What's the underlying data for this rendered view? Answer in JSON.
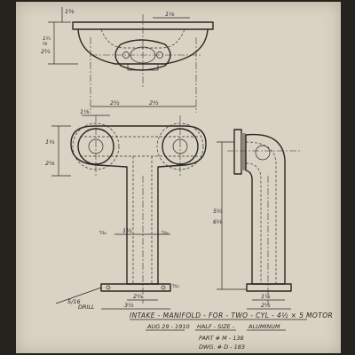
{
  "title": {
    "line1": "INTAKE - MANIFOLD - FOR - TWO - CYL - 4½ × 5 MOTOR",
    "date": "AUG 29 - 1910",
    "scale": "HALF - SIZE -",
    "material": "ALUMINUM",
    "part": "PART # M - 138",
    "dwg": "DWG. # D - 183"
  },
  "dims": {
    "top_1_3_8": "1⅜",
    "top_1_3_4": "1¾",
    "top_1_5_8": "1⅝",
    "top_2_1_4": "2¼",
    "top_5_8": "⅝",
    "c_2_1_2_left": "2½",
    "c_2_1_2_right": "2½",
    "front_1_1_8": "1⅛",
    "front_1_3_4": "1¾",
    "front_2_1_8": "2⅛",
    "front_1_1_8_b": "1⅛",
    "front_1_1_2": "1½",
    "front_5_16": "⁵⁄₁₆",
    "front_3_1_2": "3½",
    "front_2_3_4": "2¾",
    "front_1_1_4": "1¼",
    "front_1_4": "¼",
    "front_3_32": "³⁄₃₂",
    "side_5_3_4": "5¾",
    "side_6_1_8": "6⅛",
    "side_1_1_2": "1½",
    "side_2_1_2": "2½",
    "drill": "DRILL",
    "drill_size": "5/16"
  }
}
